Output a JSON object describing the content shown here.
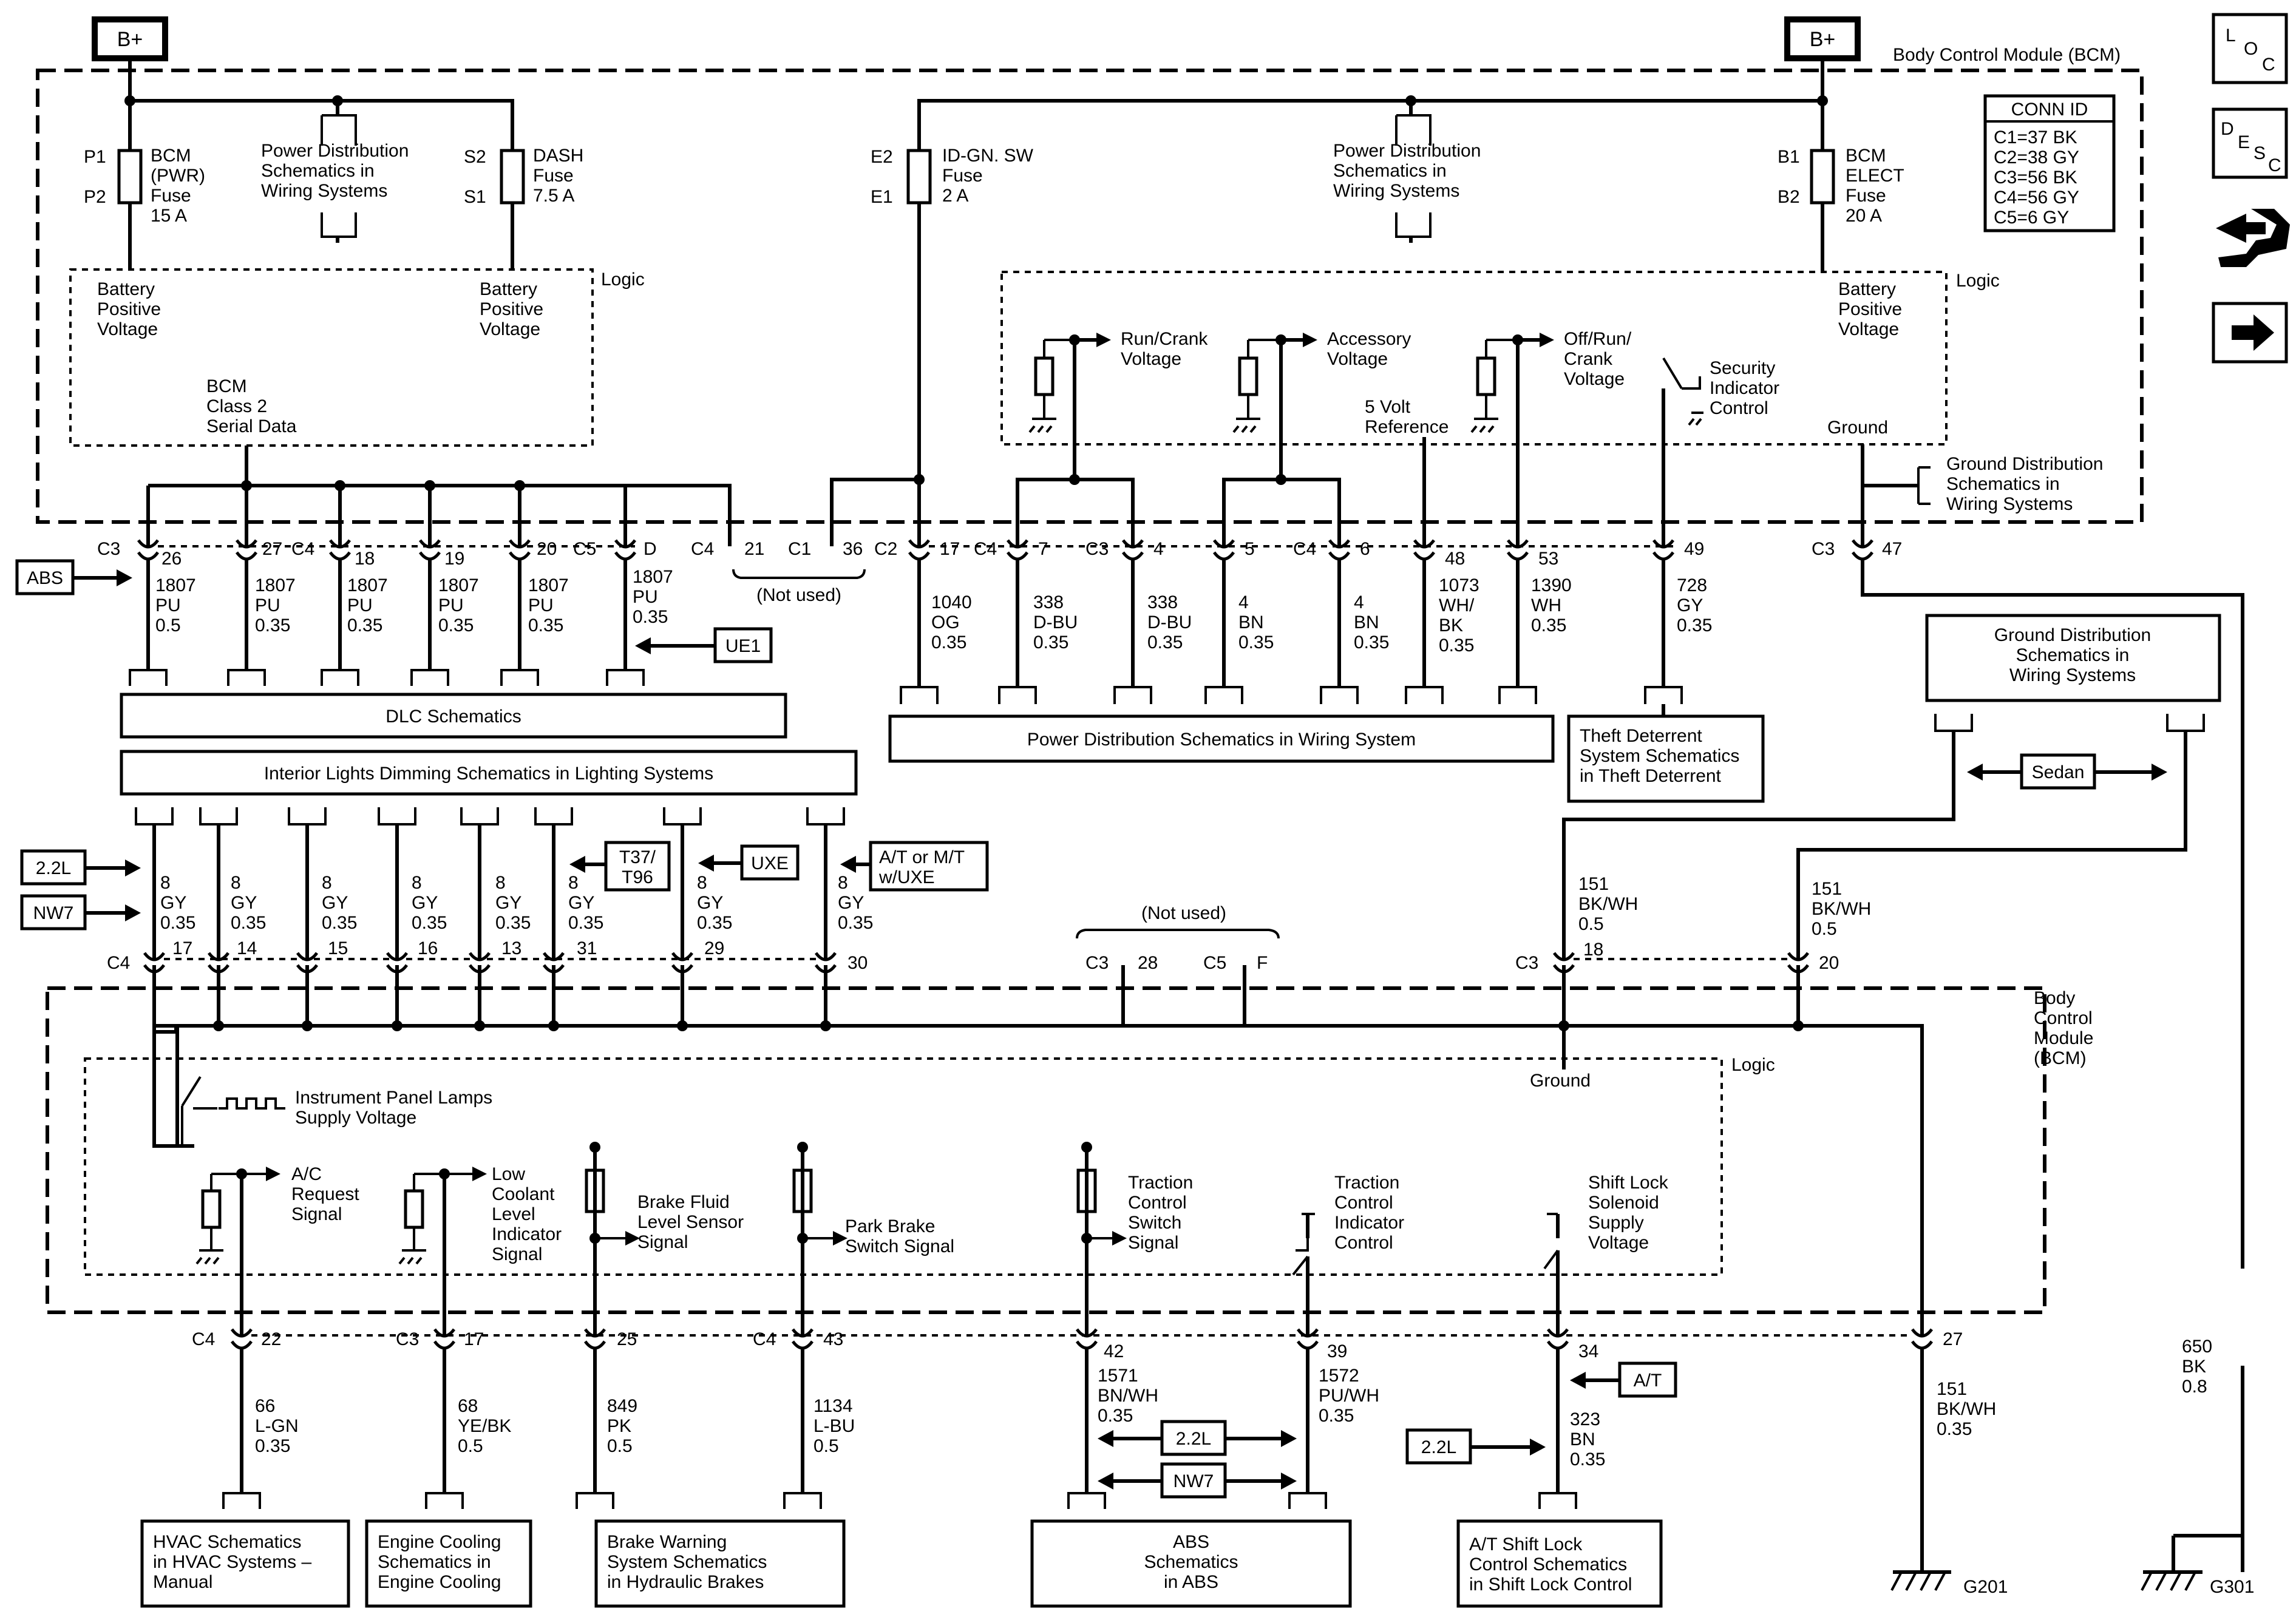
{
  "header": {
    "b_plus_left": "B+",
    "b_plus_right": "B+",
    "module_title": "Body Control Module (BCM)",
    "conn_id": {
      "title": "CONN ID",
      "rows": [
        "C1=37 BK",
        "C2=38 GY",
        "C3=56 BK",
        "C4=56 GY",
        "C5=6 GY"
      ]
    }
  },
  "side_icons": {
    "loc": [
      "L",
      "O",
      "C"
    ],
    "desc": [
      "D",
      "E",
      "S",
      "C"
    ]
  },
  "fuses": [
    {
      "pins": [
        "P1",
        "P2"
      ],
      "lines": [
        "BCM",
        "(PWR)",
        "Fuse",
        "15 A"
      ]
    },
    {
      "pins": [
        "S2",
        "S1"
      ],
      "lines": [
        "DASH",
        "Fuse",
        "7.5 A"
      ]
    },
    {
      "pins": [
        "E2",
        "E1"
      ],
      "lines": [
        "ID-GN. SW",
        "Fuse",
        "2 A"
      ]
    },
    {
      "pins": [
        "B1",
        "B2"
      ],
      "lines": [
        "BCM",
        "ELECT",
        "Fuse",
        "20 A"
      ]
    }
  ],
  "top_notes": {
    "pds_left": [
      "Power Distribution",
      "Schematics in",
      "Wiring Systems"
    ],
    "pds_right": [
      "Power Distribution",
      "Schematics in",
      "Wiring Systems"
    ],
    "logic_label": "Logic",
    "battery_positive": [
      "Battery",
      "Positive",
      "Voltage"
    ],
    "serial_data": [
      "BCM",
      "Class 2",
      "Serial Data"
    ],
    "run_crank": [
      "Run/Crank",
      "Voltage"
    ],
    "accessory": [
      "Accessory",
      "Voltage"
    ],
    "off_run_crank": [
      "Off/Run/",
      "Crank",
      "Voltage"
    ],
    "five_volt": [
      "5 Volt",
      "Reference"
    ],
    "security_indicator": [
      "Security",
      "Indicator",
      "Control"
    ],
    "ground": "Ground",
    "ground_distribution": [
      "Ground Distribution",
      "Schematics in",
      "Wiring Systems"
    ],
    "not_used": "(Not used)"
  },
  "top_connectors": {
    "conn_labels": [
      "C3",
      "C4",
      "C5",
      "C4",
      "C1",
      "C2",
      "C4",
      "C3",
      "C4",
      "C3"
    ],
    "pins": [
      "26",
      "27",
      "18",
      "19",
      "20",
      "D",
      "21",
      "36",
      "17",
      "7",
      "4",
      "5",
      "6",
      "48",
      "53",
      "49",
      "47"
    ],
    "wires": [
      [
        "1807",
        "PU",
        "0.5"
      ],
      [
        "1807",
        "PU",
        "0.35"
      ],
      [
        "1807",
        "PU",
        "0.35"
      ],
      [
        "1807",
        "PU",
        "0.35"
      ],
      [
        "1807",
        "PU",
        "0.35"
      ],
      [
        "1807",
        "PU",
        "0.35"
      ],
      [
        "1040",
        "OG",
        "0.35"
      ],
      [
        "338",
        "D-BU",
        "0.35"
      ],
      [
        "338",
        "D-BU",
        "0.35"
      ],
      [
        "4",
        "BN",
        "0.35"
      ],
      [
        "4",
        "BN",
        "0.35"
      ],
      [
        "1073",
        "WH/",
        "BK",
        "0.35"
      ],
      [
        "1390",
        "WH",
        "0.35"
      ],
      [
        "728",
        "GY",
        "0.35"
      ]
    ]
  },
  "option_tags": {
    "abs": "ABS",
    "ue1": "UE1",
    "l22": "2.2L",
    "nw7": "NW7",
    "t37": [
      "T37/",
      "T96"
    ],
    "uxe": "UXE",
    "at_mt": [
      "A/T or M/T",
      "w/UXE"
    ],
    "sedan": "Sedan",
    "at": "A/T",
    "l22_b": "2.2L",
    "nw7_b": "NW7",
    "l22_c": "2.2L"
  },
  "bars": {
    "dlc": "DLC Schematics",
    "interior": "Interior Lights Dimming Schematics in Lighting Systems",
    "power_dist": "Power Distribution Schematics in Wiring System",
    "theft": [
      "Theft Deterrent",
      "System Schematics",
      "in Theft Deterrent"
    ],
    "ground_dist": [
      "Ground Distribution",
      "Schematics in",
      "Wiring Systems"
    ]
  },
  "middle_connectors": {
    "wires": [
      [
        "8",
        "GY",
        "0.35"
      ],
      [
        "8",
        "GY",
        "0.35"
      ],
      [
        "8",
        "GY",
        "0.35"
      ],
      [
        "8",
        "GY",
        "0.35"
      ],
      [
        "8",
        "GY",
        "0.35"
      ],
      [
        "8",
        "GY",
        "0.35"
      ],
      [
        "8",
        "GY",
        "0.35"
      ],
      [
        "8",
        "GY",
        "0.35"
      ]
    ],
    "pins": [
      "17",
      "14",
      "15",
      "16",
      "13",
      "31",
      "29",
      "30",
      "28",
      "F",
      "18",
      "20"
    ],
    "conn_labels": [
      "C4",
      "C3",
      "C5",
      "C3"
    ],
    "not_used": "(Not used)",
    "ground_wires": [
      [
        "151",
        "BK/WH",
        "0.5"
      ],
      [
        "151",
        "BK/WH",
        "0.5"
      ]
    ]
  },
  "bottom_module": {
    "title": [
      "Body",
      "Control",
      "Module",
      "(BCM)"
    ],
    "logic_label": "Logic",
    "ground": "Ground",
    "ip_lamps": [
      "Instrument Panel Lamps",
      "Supply Voltage"
    ],
    "ac_request": [
      "A/C",
      "Request",
      "Signal"
    ],
    "low_coolant": [
      "Low",
      "Coolant",
      "Level",
      "Indicator",
      "Signal"
    ],
    "brake_fluid": [
      "Brake Fluid",
      "Level Sensor",
      "Signal"
    ],
    "park_brake": [
      "Park Brake",
      "Switch Signal"
    ],
    "traction_switch": [
      "Traction",
      "Control",
      "Switch",
      "Signal"
    ],
    "traction_indicator": [
      "Traction",
      "Control",
      "Indicator",
      "Control"
    ],
    "shift_lock": [
      "Shift Lock",
      "Solenoid",
      "Supply",
      "Voltage"
    ]
  },
  "bottom_connectors": {
    "conn_labels": [
      "C4",
      "C3",
      "C4"
    ],
    "pins": [
      "22",
      "17",
      "25",
      "43",
      "42",
      "39",
      "34",
      "27"
    ],
    "wires": [
      [
        "66",
        "L-GN",
        "0.35"
      ],
      [
        "68",
        "YE/BK",
        "0.5"
      ],
      [
        "849",
        "PK",
        "0.5"
      ],
      [
        "1134",
        "L-BU",
        "0.5"
      ],
      [
        "1571",
        "BN/WH",
        "0.35"
      ],
      [
        "1572",
        "PU/WH",
        "0.35"
      ],
      [
        "323",
        "BN",
        "0.35"
      ],
      [
        "151",
        "BK/WH",
        "0.35"
      ],
      [
        "650",
        "BK",
        "0.8"
      ]
    ]
  },
  "bottom_boxes": {
    "hvac": [
      "HVAC Schematics",
      "in HVAC Systems –",
      "Manual"
    ],
    "engine_cooling": [
      "Engine Cooling",
      "Schematics in",
      "Engine Cooling"
    ],
    "brake_warning": [
      "Brake Warning",
      "System Schematics",
      "in Hydraulic Brakes"
    ],
    "abs": [
      "ABS",
      "Schematics",
      "in ABS"
    ],
    "shift_lock": [
      "A/T Shift Lock",
      "Control Schematics",
      "in Shift Lock Control"
    ]
  },
  "grounds": [
    "G201",
    "G301"
  ]
}
